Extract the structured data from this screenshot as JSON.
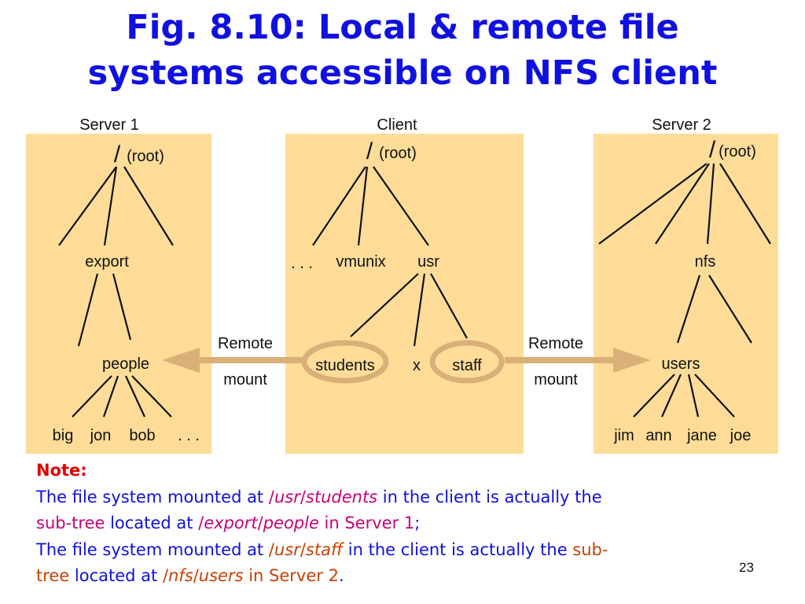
{
  "title": {
    "line1": "Fig. 8.10: Local & remote file",
    "line2": "systems accessible on NFS client"
  },
  "server1": {
    "heading": "Server 1",
    "slash": "/",
    "root": "(root)",
    "export": "export",
    "people": "people",
    "leaves": [
      "big",
      "jon",
      "bob",
      ". . ."
    ]
  },
  "client": {
    "heading": "Client",
    "slash": "/",
    "root": "(root)",
    "dots": ". . .",
    "vmunix": "vmunix",
    "usr": "usr",
    "students": "students",
    "x": "x",
    "staff": "staff"
  },
  "server2": {
    "heading": "Server 2",
    "slash": "/",
    "root": "(root)",
    "nfs": "nfs",
    "users": "users",
    "leaves": [
      "jim",
      "ann",
      "jane",
      "joe"
    ]
  },
  "mount_left": {
    "line1": "Remote",
    "line2": "mount"
  },
  "mount_right": {
    "line1": "Remote",
    "line2": "mount"
  },
  "colors": {
    "title": "#1010e0",
    "panel": "#ffdd99",
    "arrow": "#d8b078",
    "note_red": "#e00000",
    "note_magenta": "#c8007a",
    "note_orange": "#c84000"
  },
  "note": {
    "label": "Note:",
    "l1_a": "The file system mounted at ",
    "l1_b": "/",
    "l1_c": "usr",
    "l1_d": "/",
    "l1_e": "students",
    "l1_f": " in the client is actually the",
    "l2_a": "sub-tree",
    "l2_b": " located at ",
    "l2_c": "/",
    "l2_d": "export",
    "l2_e": "/",
    "l2_f": "people",
    "l2_g": " in Server 1",
    "l2_h": ";",
    "l3_a": "The file system mounted at ",
    "l3_b": "/",
    "l3_c": "usr",
    "l3_d": "/",
    "l3_e": "staff",
    "l3_f": " in the client is actually the ",
    "l3_g": "sub-",
    "l4_a": "tree",
    "l4_b": " located at ",
    "l4_c": "/",
    "l4_d": "nfs",
    "l4_e": "/",
    "l4_f": "users",
    "l4_g": " in Server 2",
    "l4_h": "."
  },
  "page_number": "23"
}
